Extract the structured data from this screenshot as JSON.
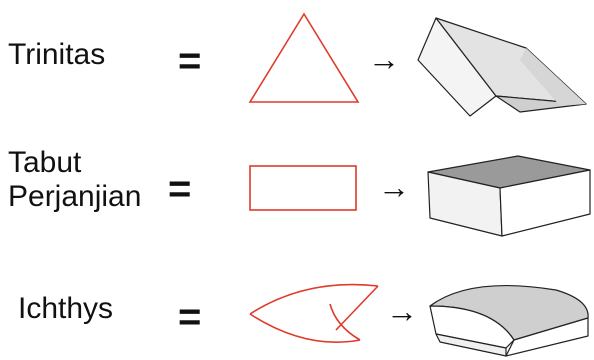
{
  "rows": [
    {
      "label": "Trinitas"
    },
    {
      "label_line1": "Tabut",
      "label_line2": "Perjanjian"
    },
    {
      "label": "Ichthys"
    }
  ],
  "symbols": {
    "equals": "=",
    "arrow": "→"
  },
  "colors": {
    "outline_red": "#e03a2b",
    "solid_stroke": "#222222",
    "face_light": "#f2f2f2",
    "face_mid": "#d9d9d9",
    "face_dark": "#9a9a9a"
  }
}
